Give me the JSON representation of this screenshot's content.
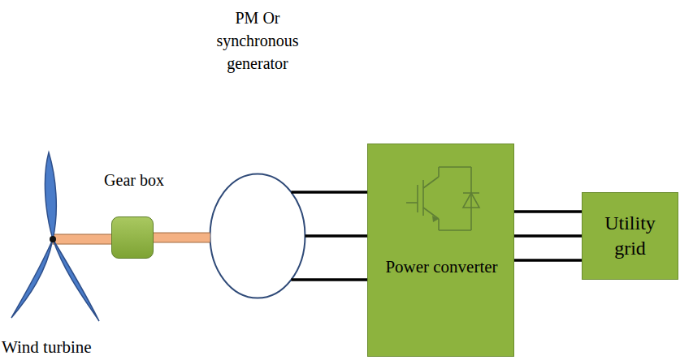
{
  "diagram": {
    "nodes": [
      {
        "text": [
          "Gear box"
        ]
      },
      {
        "text": [
          "PM Or synchronous generator"
        ]
      },
      {
        "text": [
          "Power converter"
        ]
      },
      {
        "text": [
          "Utility grid"
        ]
      }
    ],
    "edges": [
      {
        "from": 0,
        "to": 1,
        "arrow": "none"
      },
      {
        "from": 1,
        "to": 2,
        "arrow": "none"
      },
      {
        "from": 1,
        "to": 2,
        "arrow": "none"
      },
      {
        "from": 1,
        "to": 2,
        "arrow": "none"
      },
      {
        "from": 2,
        "to": 3,
        "arrow": "none"
      },
      {
        "from": 2,
        "to": 3,
        "arrow": "none"
      },
      {
        "from": 2,
        "to": 3,
        "arrow": "none"
      }
    ],
    "labels": [
      "Wind turbine"
    ]
  }
}
